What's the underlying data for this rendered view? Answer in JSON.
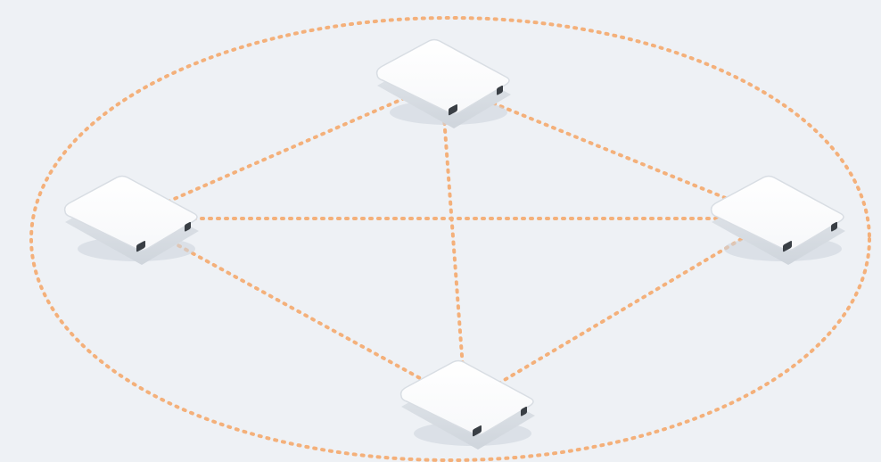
{
  "diagram": {
    "topology": "full-mesh",
    "nodes": [
      {
        "id": "ap-top",
        "kind": "access-point"
      },
      {
        "id": "ap-left",
        "kind": "access-point"
      },
      {
        "id": "ap-right",
        "kind": "access-point"
      },
      {
        "id": "ap-bottom",
        "kind": "access-point"
      }
    ],
    "links": [
      [
        "ap-top",
        "ap-left"
      ],
      [
        "ap-top",
        "ap-right"
      ],
      [
        "ap-top",
        "ap-bottom"
      ],
      [
        "ap-left",
        "ap-right"
      ],
      [
        "ap-left",
        "ap-bottom"
      ],
      [
        "ap-right",
        "ap-bottom"
      ]
    ],
    "enclosure": "ellipse",
    "colors": {
      "background": "#eef1f5",
      "link": "#f4b07a",
      "device_body": "#f7f8fa",
      "device_shade": "#cfd5dc",
      "port": "#3a3f45"
    }
  }
}
